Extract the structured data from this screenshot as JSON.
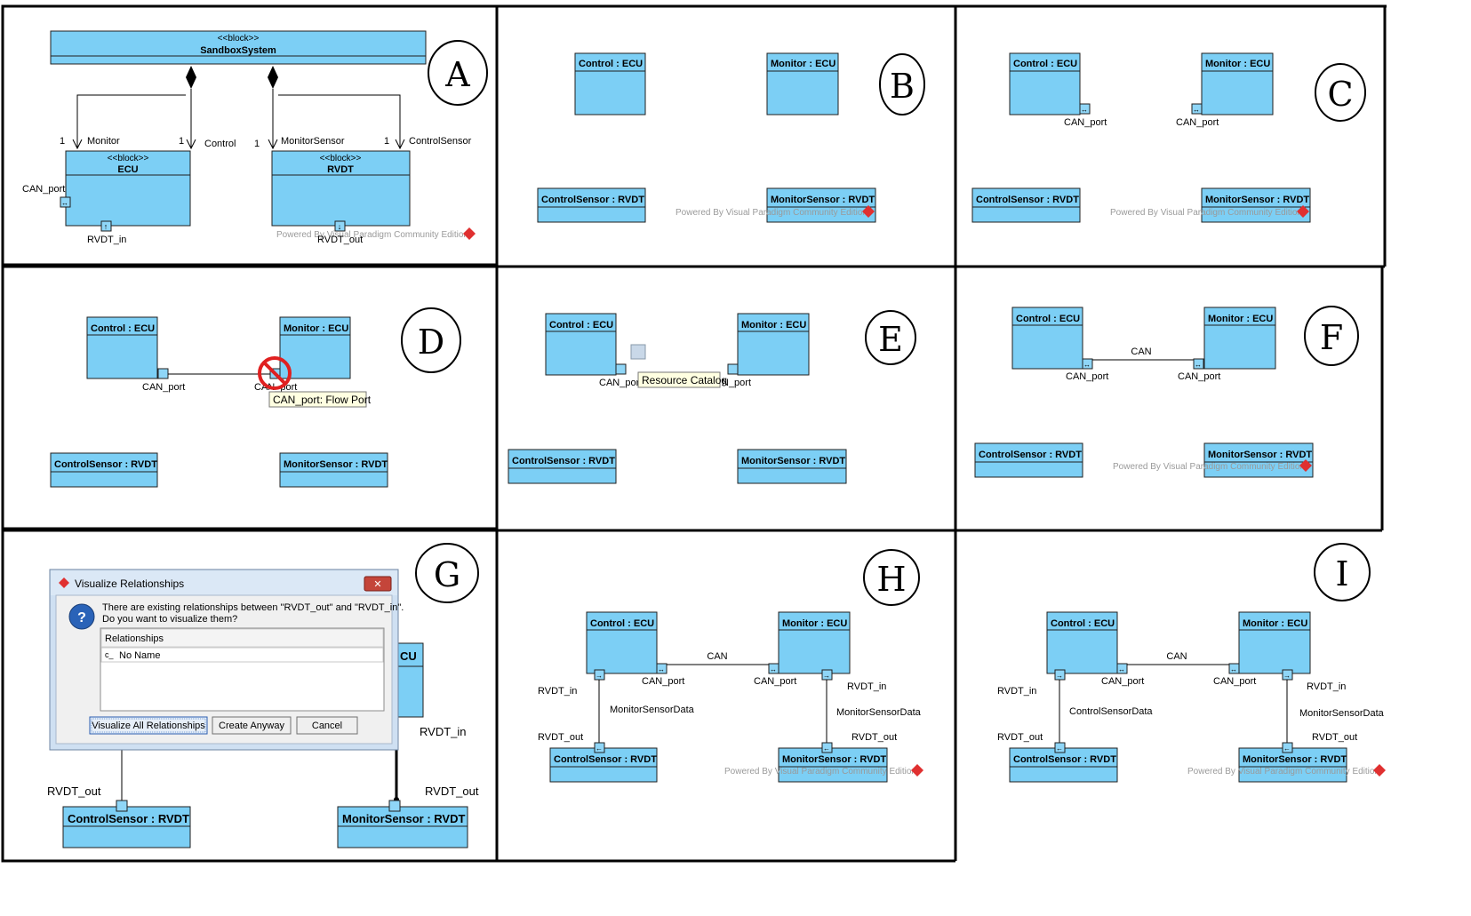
{
  "panels": [
    "A",
    "B",
    "C",
    "D",
    "E",
    "F",
    "G",
    "H",
    "I"
  ],
  "block_stereotype": "<<block>>",
  "system_block": "SandboxSystem",
  "ecu_block": "ECU",
  "rvdt_block": "RVDT",
  "roles": {
    "monitor": "Monitor",
    "control": "Control",
    "monitor_sensor": "MonitorSensor",
    "control_sensor": "ControlSensor"
  },
  "multiplicity": "1",
  "parts": {
    "control": "Control : ECU",
    "monitor": "Monitor : ECU",
    "control_sensor": "ControlSensor : RVDT",
    "monitor_sensor": "MonitorSensor : RVDT",
    "ecu_partial": "CU"
  },
  "ports": {
    "can": "CAN_port",
    "can_partial_left": "CAN_por",
    "can_partial_right": "N_port",
    "can_partial_d": "CAN_port",
    "rvdt_in": "RVDT_in",
    "rvdt_out": "RVDT_out"
  },
  "connectors": {
    "can": "CAN",
    "monitor_sensor_data": "MonitorSensorData",
    "control_sensor_data": "ControlSensorData"
  },
  "watermark": "Powered By  Visual Paradigm Community Edition",
  "tooltip_flow_port": "CAN_port: Flow Port",
  "tooltip_catalog": "Resource Catalog",
  "dialog": {
    "title": "Visualize Relationships",
    "message_line1": "There are existing relationships between \"RVDT_out\" and \"RVDT_in\".",
    "message_line2": "Do you want to visualize them?",
    "list_header": "Relationships",
    "list_item": "No Name",
    "list_item_icon": "c_",
    "buttons": {
      "visualize_all": "Visualize All Relationships",
      "create_anyway": "Create Anyway",
      "cancel": "Cancel"
    }
  },
  "colors": {
    "block_fill": "#7ccff5",
    "watermark": "#9a9a9a",
    "prohibited": "#e02020"
  }
}
